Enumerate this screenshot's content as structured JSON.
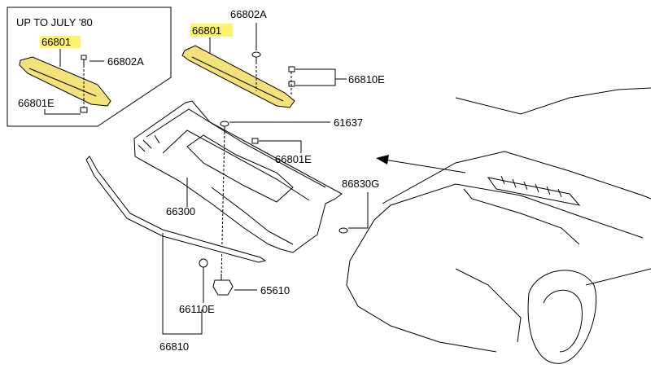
{
  "inset": {
    "title": "UP TO JULY '80",
    "label_part_highlight": "66801",
    "label_clip": "66802A",
    "label_fastener": "66801E"
  },
  "labels": {
    "main_highlight": "66801",
    "clip_top": "66802A",
    "fastener_pair": "66810E",
    "screw": "61637",
    "fastener_mid": "66801E",
    "seal_right": "86830G",
    "cowl_panel": "66300",
    "drain": "65610",
    "grommet": "66110E",
    "weatherstrip": "66810"
  },
  "colors": {
    "highlight": "#fff36b",
    "ink": "#000000"
  }
}
